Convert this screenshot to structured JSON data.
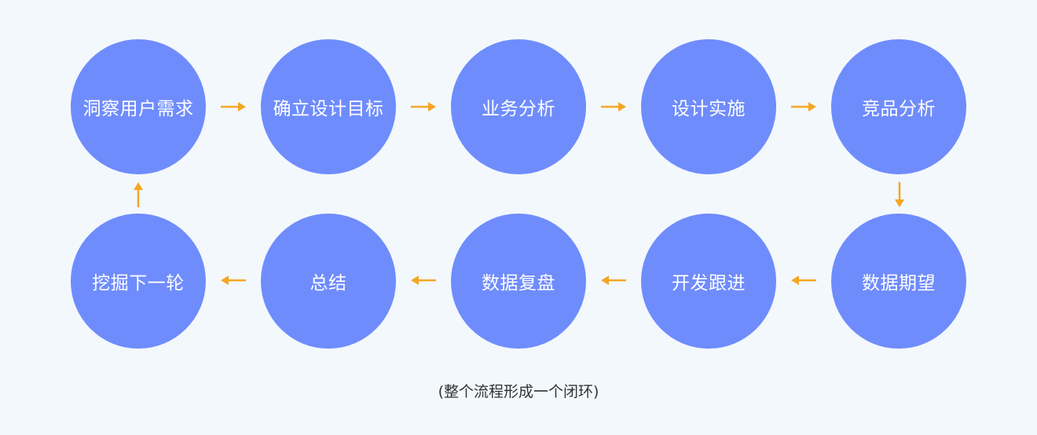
{
  "flow": {
    "accent_color": "#6f8cfd",
    "arrow_color": "#f5a623",
    "steps": [
      {
        "label": "洞察用户需求"
      },
      {
        "label": "确立设计目标"
      },
      {
        "label": "业务分析"
      },
      {
        "label": "设计实施"
      },
      {
        "label": "竞品分析"
      },
      {
        "label": "数据期望"
      },
      {
        "label": "开发跟进"
      },
      {
        "label": "数据复盘"
      },
      {
        "label": "总结"
      },
      {
        "label": "挖掘下一轮"
      }
    ],
    "caption": "(整个流程形成一个闭环)"
  }
}
